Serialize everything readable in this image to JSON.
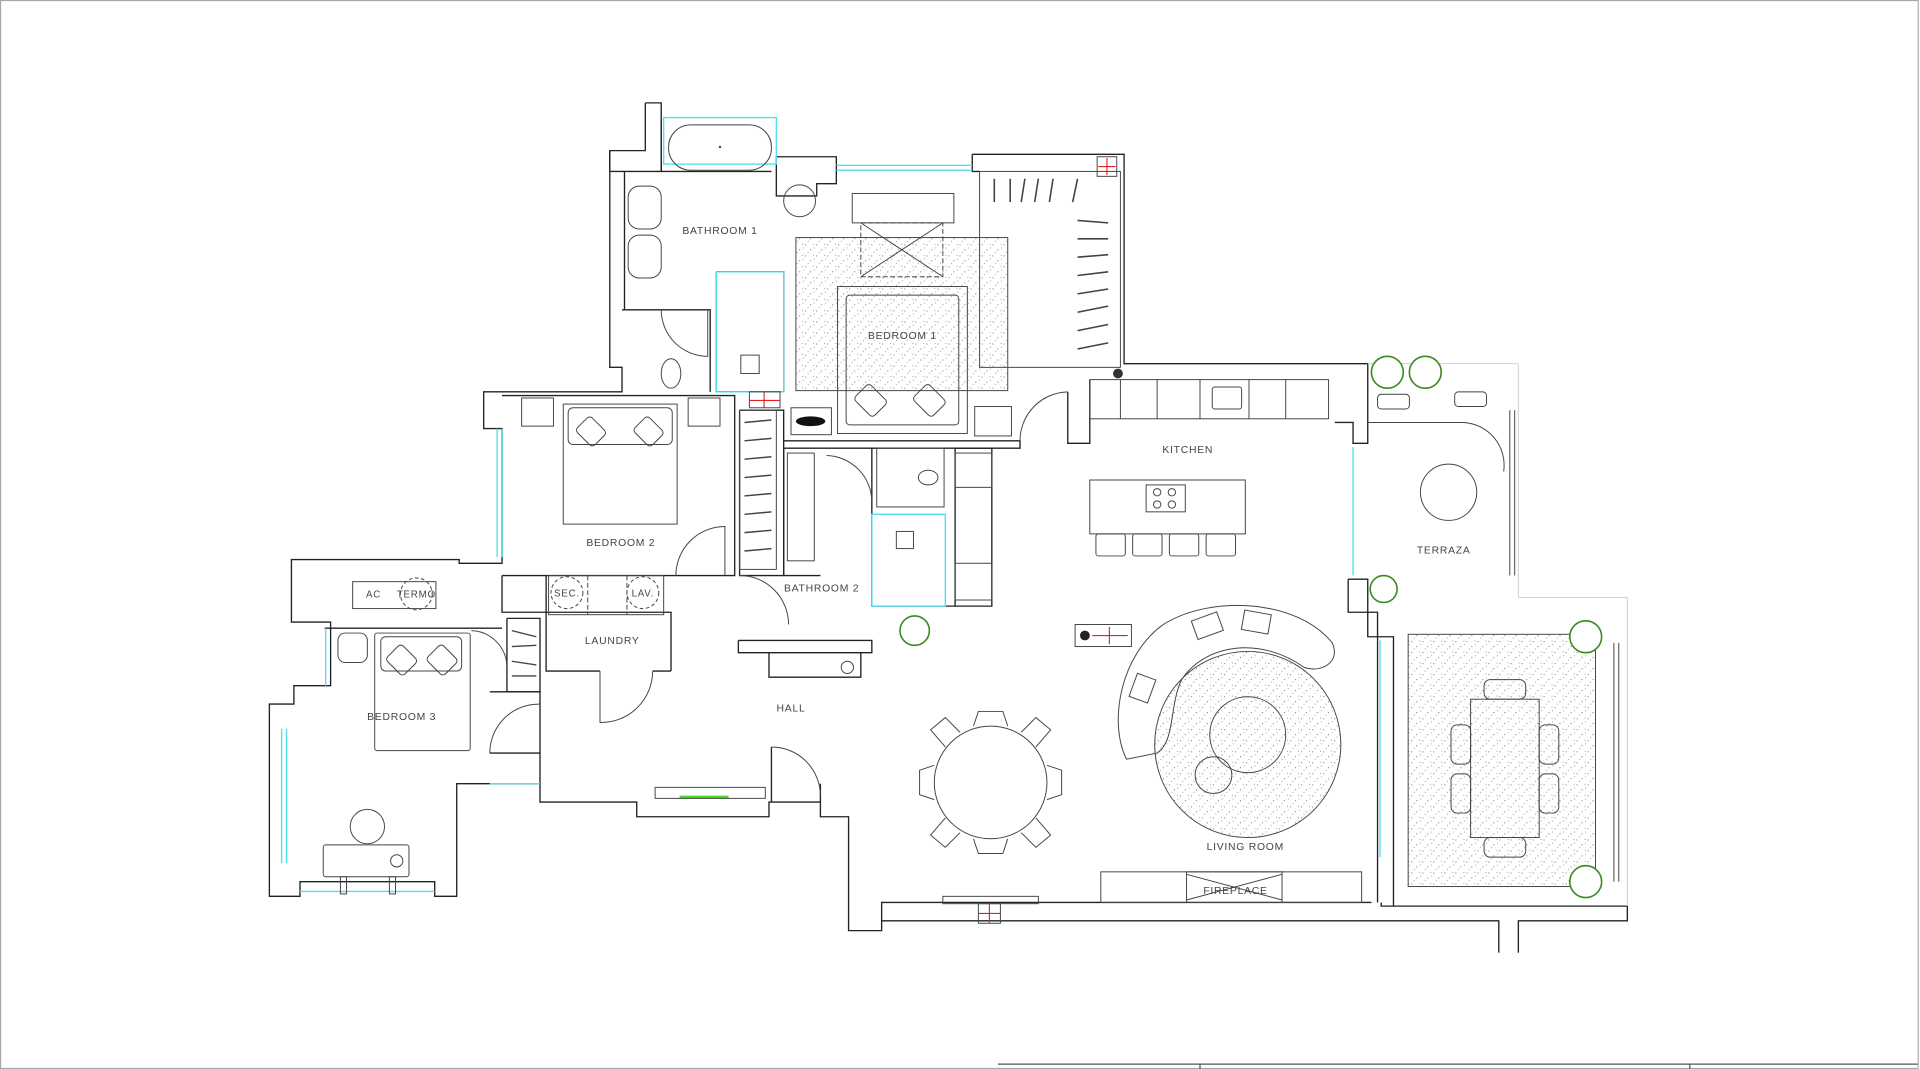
{
  "plan": {
    "rooms": {
      "bathroom_1": "BATHROOM 1",
      "bedroom_1": "BEDROOM 1",
      "bedroom_2": "BEDROOM 2",
      "bathroom_2": "BATHROOM 2",
      "kitchen": "KITCHEN",
      "terraza": "TERRAZA",
      "laundry": "LAUNDRY",
      "bedroom_3": "BEDROOM 3",
      "hall": "HALL",
      "living_room": "LIVING ROOM"
    },
    "fixtures": {
      "ac": "AC",
      "termo": "TERMO",
      "sec": "SEC.",
      "lav": "LAV.",
      "fireplace": "FIREPLACE"
    }
  },
  "colors": {
    "wall": "#222222",
    "glazing": "#4fe0ee",
    "plant": "#3a8a1e",
    "electrical": "#e02020",
    "accent_green": "#44dd22"
  }
}
